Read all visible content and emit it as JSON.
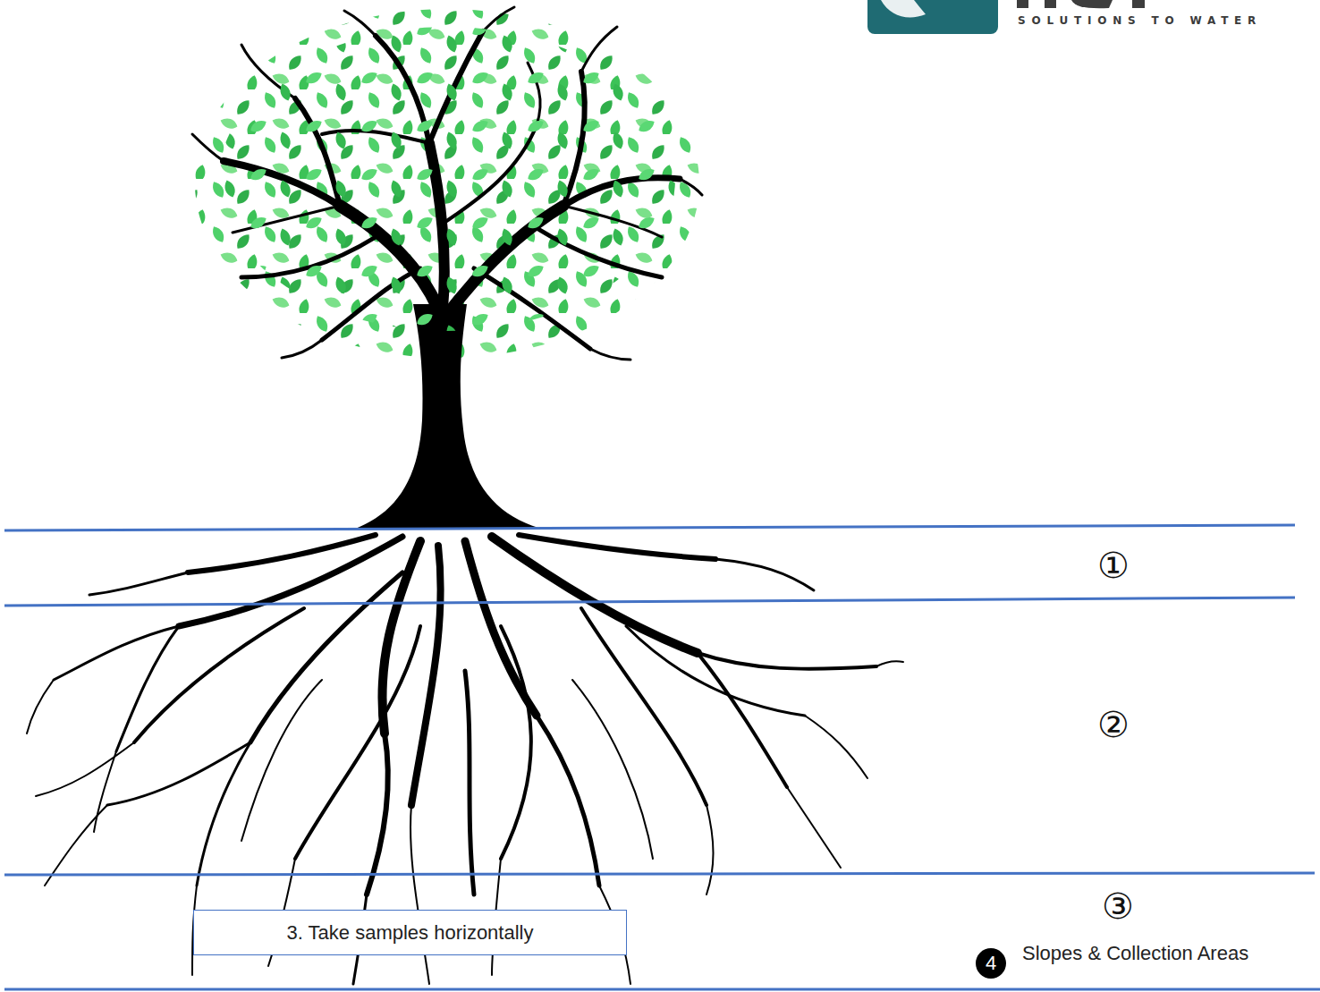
{
  "diagram": {
    "nodes": [
      {
        "text": [
          "3. Take samples horizontally"
        ]
      },
      {
        "text": [
          "4"
        ]
      }
    ],
    "labels": [
      "SOLUTIONS TO WATER",
      "①",
      "②",
      "③",
      "Slopes & Collection Areas"
    ]
  }
}
